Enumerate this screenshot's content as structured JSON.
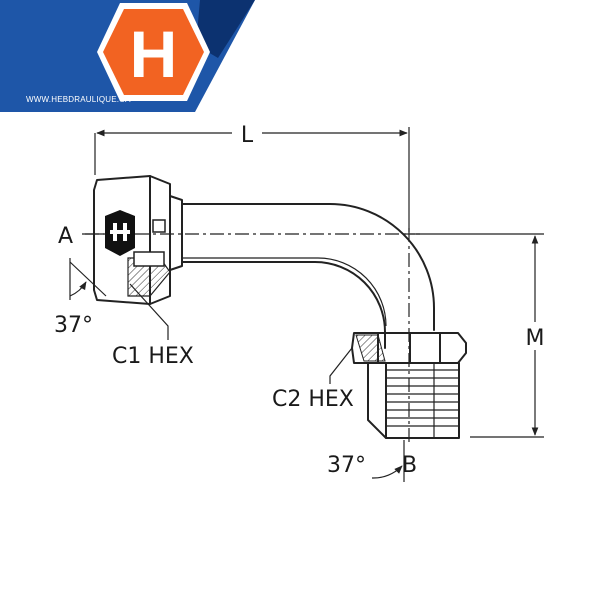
{
  "brand": {
    "logo_letter": "H",
    "website": "WWW.HEBDRAULIQUE.CA",
    "colors": {
      "banner": "#1e56a8",
      "banner_dark": "#0c3270",
      "hex": "#f26322"
    }
  },
  "diagram": {
    "labels": {
      "length": "L",
      "drop": "M",
      "end_a": "A",
      "end_b": "B",
      "angle_a": "37°",
      "angle_b": "37°",
      "hex_1": "C1 HEX",
      "hex_2": "C2 HEX"
    },
    "icon": "hex-nut-icon"
  }
}
